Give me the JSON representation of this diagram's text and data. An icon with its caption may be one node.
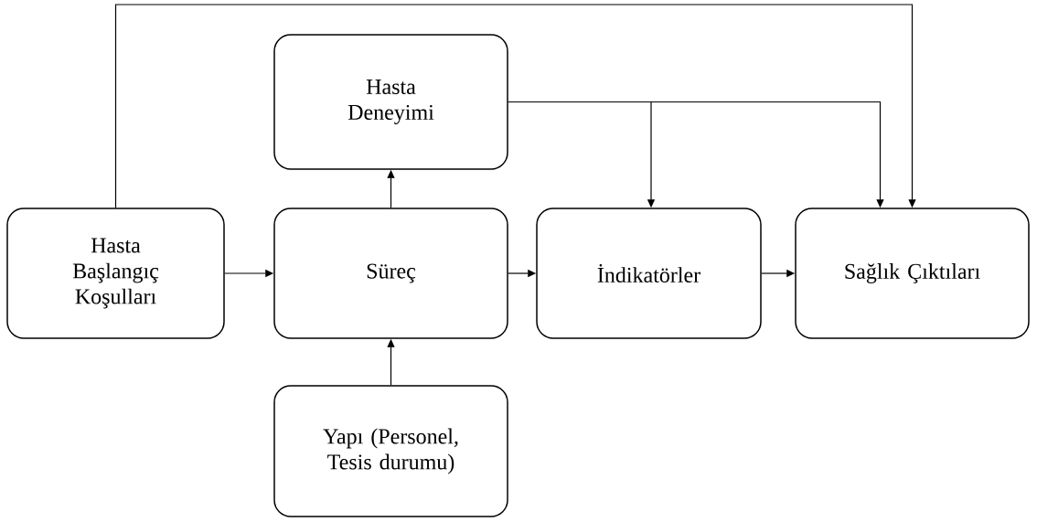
{
  "diagram": {
    "nodes": [
      {
        "text": [
          "Hasta Başlangıç Koşulları"
        ]
      },
      {
        "text": [
          "Süreç"
        ]
      },
      {
        "text": [
          "Hasta Deneyimi"
        ]
      },
      {
        "text": [
          "İndikatörler"
        ]
      },
      {
        "text": [
          "Sağlık Çıktıları"
        ]
      },
      {
        "text": [
          "Yapı (Personel, Tesis durumu)"
        ]
      }
    ],
    "edges": [
      {
        "from": 0,
        "to": 1,
        "arrow": "to"
      },
      {
        "from": 1,
        "to": 3,
        "arrow": "to"
      },
      {
        "from": 3,
        "to": 4,
        "arrow": "to"
      },
      {
        "from": 5,
        "to": 1,
        "arrow": "to"
      },
      {
        "from": 1,
        "to": 2,
        "arrow": "to"
      },
      {
        "from": 2,
        "to": 3,
        "arrow": "to"
      },
      {
        "from": 2,
        "to": 4,
        "arrow": "to"
      },
      {
        "from": 0,
        "to": 4,
        "arrow": "to"
      }
    ]
  }
}
